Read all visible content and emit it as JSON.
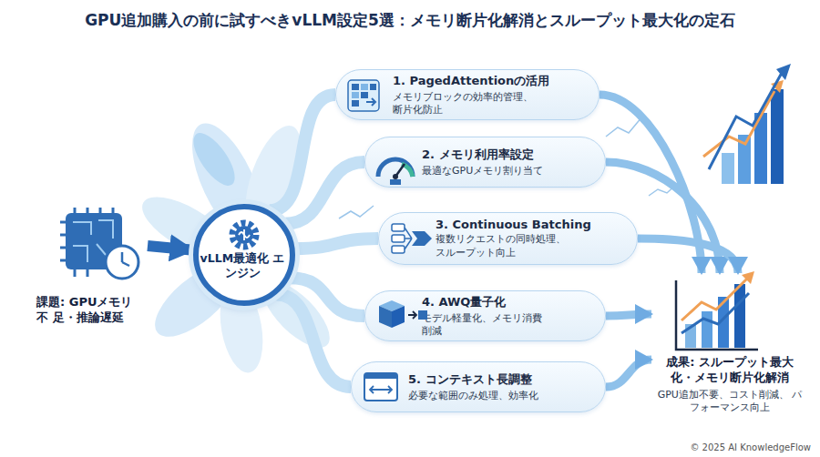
{
  "diagram": {
    "title": "GPU追加購入の前に試すべきvLLM設定5選：メモリ断片化解消とスループット最大化の定石",
    "nodes": [
      {
        "text": [
          "課題: GPUメモリ不 足・推論遅延"
        ]
      },
      {
        "text": [
          "vLLM最適化 エンジン"
        ]
      },
      {
        "text": [
          "1. PagedAttentionの活用",
          "メモリブロックの効率的管理、 断片化防止"
        ]
      },
      {
        "text": [
          "2. メモリ利用率設定",
          "最適なGPUメモリ割り当て"
        ]
      },
      {
        "text": [
          "3. Continuous Batching",
          "複数リクエストの同時処理、 スループット向上"
        ]
      },
      {
        "text": [
          "4. AWQ量子化",
          "モデル軽量化、メモリ消費 削減"
        ]
      },
      {
        "text": [
          "5. コンテキスト長調整",
          "必要な範囲のみ処理、効率化"
        ]
      },
      {
        "text": [
          "成果: スループット最大 化・メモリ断片化解消",
          "GPU追加不要、コスト削減、 パフォーマンス向上"
        ]
      }
    ],
    "edges": [
      {
        "from": 0,
        "to": 1,
        "arrow": "to"
      },
      {
        "from": 1,
        "to": 2,
        "arrow": "none"
      },
      {
        "from": 1,
        "to": 3,
        "arrow": "none"
      },
      {
        "from": 1,
        "to": 4,
        "arrow": "none"
      },
      {
        "from": 1,
        "to": 5,
        "arrow": "none"
      },
      {
        "from": 1,
        "to": 6,
        "arrow": "none"
      },
      {
        "from": 2,
        "to": 7,
        "arrow": "to"
      },
      {
        "from": 3,
        "to": 7,
        "arrow": "to"
      },
      {
        "from": 4,
        "to": 7,
        "arrow": "to"
      },
      {
        "from": 5,
        "to": 7,
        "arrow": "to"
      },
      {
        "from": 6,
        "to": 7,
        "arrow": "to"
      }
    ],
    "labels": [
      "© 2025 AI KnowledgeFlow"
    ]
  }
}
